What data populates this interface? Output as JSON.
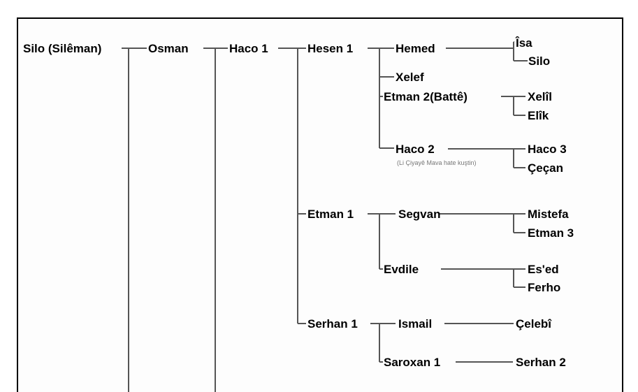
{
  "tree": {
    "silo": "Silo (Silêman)",
    "osman": "Osman",
    "haco1": "Haco 1",
    "hesen1": "Hesen 1",
    "hemed": "Hemed",
    "isa": "Îsa",
    "silo2": "Silo",
    "xelef": "Xelef",
    "etman2": "Etman 2(Battê)",
    "xelil": "Xelîl",
    "elik": "Elîk",
    "haco2": "Haco 2",
    "haco2_note": "(Li Çiyayê Mava hate kuştin)",
    "haco3": "Haco 3",
    "cecan": "Çeçan",
    "etman1": "Etman 1",
    "segvan": "Segvan",
    "mistefa": "Mistefa",
    "etman3": "Etman 3",
    "evdile": "Evdile",
    "esed": "Es'ed",
    "ferho": "Ferho",
    "serhan1": "Serhan 1",
    "ismail": "Ismail",
    "celebi": "Çelebî",
    "saroxan1": "Saroxan 1",
    "serhan2": "Serhan 2"
  }
}
